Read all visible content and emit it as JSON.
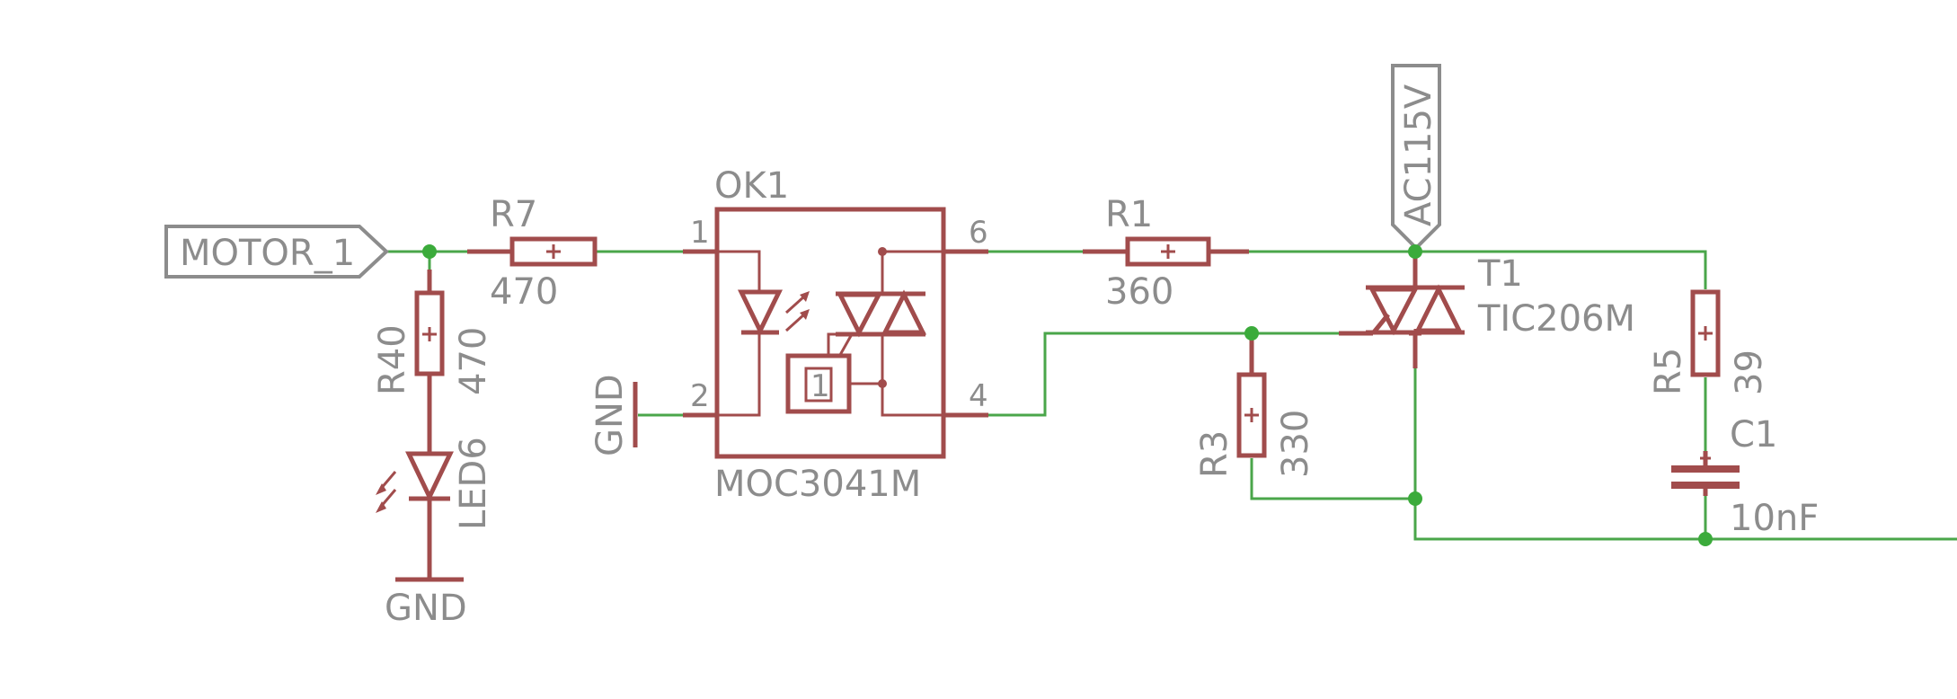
{
  "ports": {
    "motor": "MOTOR_1",
    "ac": "AC115V"
  },
  "components": {
    "r7": {
      "name": "R7",
      "value": "470"
    },
    "r40": {
      "name": "R40",
      "value": "470"
    },
    "led6": {
      "name": "LED6"
    },
    "gnd_led": {
      "label": "GND"
    },
    "gnd_ok": {
      "label": "GND"
    },
    "ok1": {
      "name": "OK1",
      "part": "MOC3041M",
      "zc_label": "1",
      "pins": {
        "p1": "1",
        "p2": "2",
        "p4": "4",
        "p6": "6"
      }
    },
    "r1": {
      "name": "R1",
      "value": "360"
    },
    "t1": {
      "name": "T1",
      "part": "TIC206M"
    },
    "r3": {
      "name": "R3",
      "value": "330"
    },
    "r5": {
      "name": "R5",
      "value": "39"
    },
    "c1": {
      "name": "C1",
      "value": "10nF"
    }
  },
  "colors": {
    "wire": "#4aa64a",
    "symbol": "#a14c4c",
    "label": "#8c8c8c",
    "junction": "#3bab3b"
  }
}
